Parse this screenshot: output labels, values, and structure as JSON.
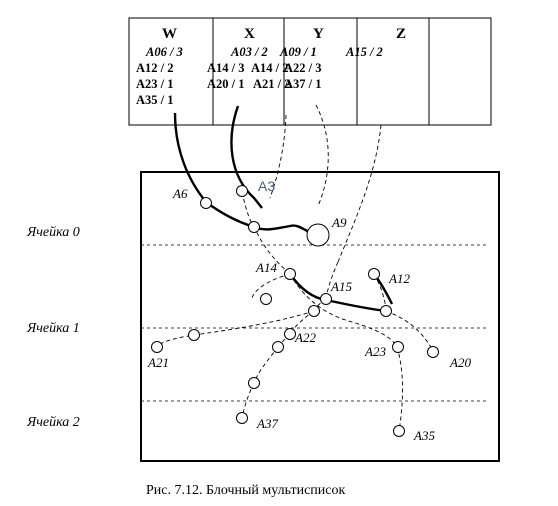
{
  "header_table": {
    "columns": [
      "W",
      "X",
      "Y",
      "Z",
      ""
    ],
    "cells": {
      "w1": "A06 / 3",
      "w2": "A12 / 2",
      "w3": "A23 / 1",
      "w4": "A35 / 1",
      "x1": "A03 / 2",
      "x2": "A14 / 3",
      "x3": "A20 / 1",
      "y1": "A09 / 1",
      "y2a": "A14 / 2",
      "y2b": "A22 / 3",
      "y3a": "A21 / 2",
      "y3b": "A37 / 1",
      "z1": "A15 / 2"
    }
  },
  "row_labels": {
    "row0": "Ячейка 0",
    "row1": "Ячейка 1",
    "row2": "Ячейка 2"
  },
  "nodes": {
    "a6": "A6",
    "a3": "A3",
    "a9": "A9",
    "a14": "A14",
    "a12": "A12",
    "a15": "A15",
    "a21": "A21",
    "a22": "A22",
    "a23": "A23",
    "a20": "A20",
    "a37": "A37",
    "a35": "A35"
  },
  "caption": "Рис. 7.12. Блочный мультисписок"
}
